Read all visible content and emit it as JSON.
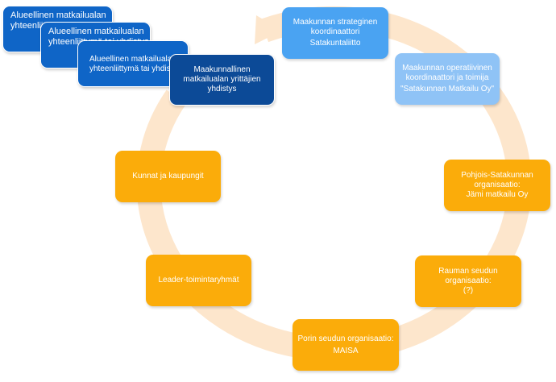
{
  "colors": {
    "ring": "#fde6cc",
    "strategic": "#4aa3f2",
    "operative": "#8fc3f6",
    "regional": "#fbac0a",
    "association": "#0c4a97",
    "stack": "#0f65c7"
  },
  "nodes": {
    "strategic": [
      "Maakunnan strateginen",
      "koordinaattori",
      "Satakuntaliitto"
    ],
    "operative": [
      "Maakunnan operatiivinen",
      "koordinaattori ja toimija",
      "\"Satakunnan Matkailu Oy\""
    ],
    "north": [
      "Pohjois-Satakunnan",
      "organisaatio:",
      "Jämi matkailu Oy"
    ],
    "rauma": [
      "Rauman seudun",
      "organisaatio:",
      "(?)"
    ],
    "pori": [
      "Porin seudun organisaatio:",
      "MAISA"
    ],
    "leader": [
      "Leader-toimintaryhmät"
    ],
    "municipalities": [
      "Kunnat ja kaupungit"
    ],
    "association": [
      "Maakunnallinen",
      "matkailualan yrittäjien",
      "yhdistys"
    ]
  },
  "stack": {
    "back": [
      "Alueellinen matkailualan",
      "yhteenliittymä tai yhdistys"
    ],
    "middle": [
      "Alueellinen matkailualan",
      "yhteenliittymä tai yhdistys"
    ],
    "front": [
      "Alueellinen matkailualan",
      "yhteenliittymä tai yhdistys"
    ]
  }
}
